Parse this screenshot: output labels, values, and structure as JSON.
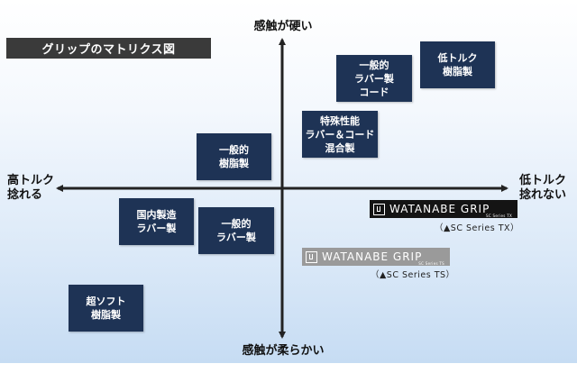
{
  "diagram": {
    "title": "グリップのマトリクス図",
    "axes": {
      "top": "感触が硬い",
      "bottom": "感触が柔らかい",
      "left": [
        "高トルク",
        "捻れる"
      ],
      "right": [
        "低トルク",
        "捻れない"
      ]
    },
    "boxes": [
      {
        "id": "general-rubber-cord",
        "text": "一般的\nラバー製\nコード"
      },
      {
        "id": "low-torque-resin",
        "text": "低トルク\n樹脂製"
      },
      {
        "id": "special-rubber-cord",
        "text": "特殊性能\nラバー＆コード\n混合製"
      },
      {
        "id": "general-resin",
        "text": "一般的\n樹脂製"
      },
      {
        "id": "domestic-rubber",
        "text": "国内製造\nラバー製"
      },
      {
        "id": "general-rubber",
        "text": "一般的\nラバー製"
      },
      {
        "id": "super-soft-resin",
        "text": "超ソフト\n樹脂製"
      }
    ],
    "products": [
      {
        "brand": "WATANABE GRIP",
        "sub": "SC Series TX",
        "caption": "（▲SC Series TX）",
        "logo_color": "#141414"
      },
      {
        "brand": "WATANABE GRIP",
        "sub": "SC Series TS",
        "caption": "（▲SC Series TS）",
        "logo_color": "#9a9a9a"
      }
    ],
    "colors": {
      "box_fill": "#1e3355",
      "axis": "#222222",
      "title_bar": "#3a3a3a",
      "background_gradient": [
        "#ffffff",
        "#c6dcf3"
      ]
    }
  }
}
